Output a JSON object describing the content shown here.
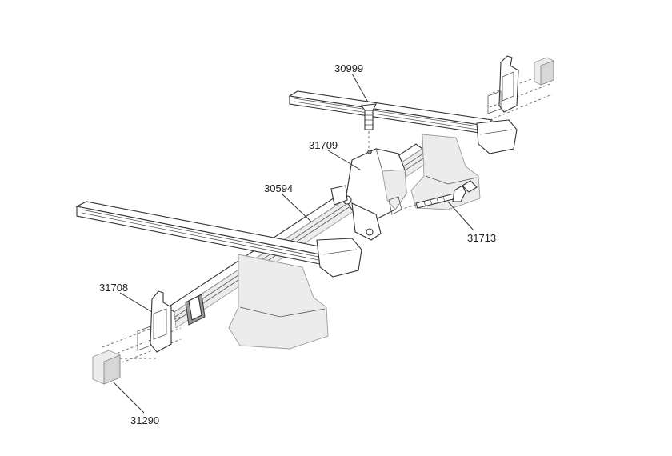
{
  "parts": [
    {
      "id": "p30999",
      "number": "30999"
    },
    {
      "id": "p31709",
      "number": "31709"
    },
    {
      "id": "p30594",
      "number": "30594"
    },
    {
      "id": "p31713",
      "number": "31713"
    },
    {
      "id": "p31708",
      "number": "31708"
    },
    {
      "id": "p31290",
      "number": "31290"
    }
  ]
}
